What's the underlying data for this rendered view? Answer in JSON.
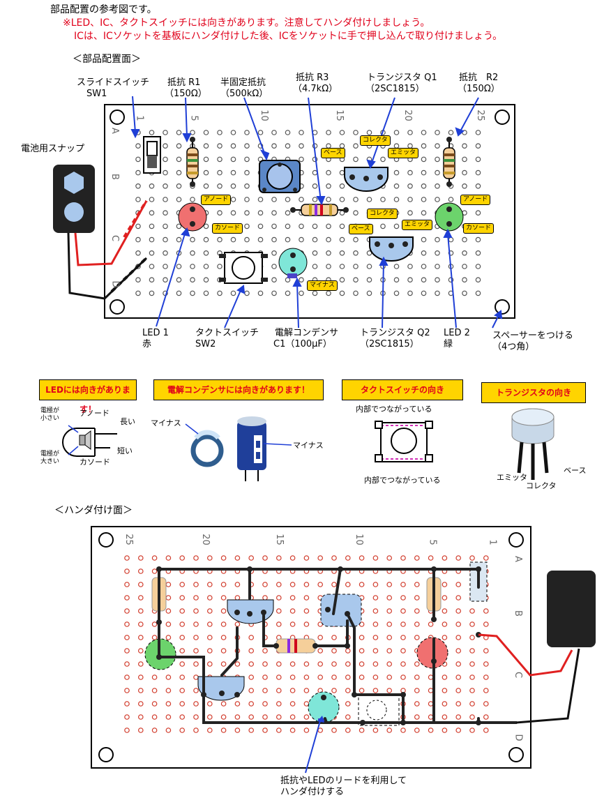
{
  "header": {
    "title": "部品配置の参考図です。",
    "note1": "※LED、IC、タクトスイッチには向きがあります。注意してハンダ付けしましょう。",
    "note2": "ICは、ICソケットを基板にハンダ付けした後、ICをソケットに手で押し込んで取り付けましょう。"
  },
  "top_section": {
    "title": "＜部品配置面＞",
    "callouts": {
      "sw1_name": "スライドスイッチ",
      "sw1_id": "SW1",
      "r1_name": "抵抗 R1",
      "r1_val": "（150Ω）",
      "vr_name": "半固定抵抗",
      "vr_val": "（500kΩ）",
      "r3_name": "抵抗 R3",
      "r3_val": "（4.7kΩ）",
      "q1_name": "トランジスタ Q1",
      "q1_val": "（2SC1815）",
      "r2_name": "抵抗　R2",
      "r2_val": "（150Ω）",
      "battery": "電池用スナップ",
      "led1_name": "LED 1",
      "led1_color": "赤",
      "sw2_name": "タクトスイッチ",
      "sw2_id": "SW2",
      "c1_name": "電解コンデンサ",
      "c1_val": "C1（100μF）",
      "q2_name": "トランジスタ Q2",
      "q2_val": "（2SC1815）",
      "led2_name": "LED 2",
      "led2_color": "緑",
      "spacer": "スペーサーをつける",
      "spacer_sub": "（4つ角）"
    },
    "column_numbers": [
      "1",
      "5",
      "10",
      "15",
      "20",
      "25"
    ],
    "row_letters": [
      "A",
      "B",
      "C",
      "D"
    ],
    "tags": {
      "anode": "アノード",
      "cathode": "カソード",
      "base": "ベース",
      "collector": "コレクタ",
      "emitter": "エミッタ",
      "minus": "マイナス"
    }
  },
  "notes": {
    "led_title": "LEDには向きがあります！",
    "led_small_electrode": "電極が\n小さい",
    "led_large_electrode": "電極が\n大きい",
    "led_anode": "アノード",
    "led_cathode": "カソード",
    "led_long": "長い",
    "led_short": "短い",
    "cap_title": "電解コンデンサには向きがあります！",
    "cap_minus_left": "マイナス",
    "cap_minus_right": "マイナス",
    "tact_title": "タクトスイッチの向き",
    "tact_top": "内部でつながっている",
    "tact_bottom": "内部でつながっている",
    "tr_title": "トランジスタの向き",
    "tr_emitter": "エミッタ",
    "tr_collector": "コレクタ",
    "tr_base": "ベース"
  },
  "bottom_section": {
    "title": "＜ハンダ付け面＞",
    "column_numbers": [
      "25",
      "20",
      "15",
      "10",
      "5",
      "1"
    ],
    "row_letters": [
      "A",
      "B",
      "C",
      "D"
    ],
    "footnote1": "抵抗やLEDのリードを利用して",
    "footnote2": "ハンダ付けする"
  },
  "colors": {
    "warning_red": "#e0001a",
    "label_yellow": "#ffd400",
    "led1_red": "#f07070",
    "led2_green": "#6cd36c",
    "transistor_blue": "#a9c8ec",
    "capacitor_teal": "#7fe6d8",
    "wire_black": "#222222",
    "arrow_blue": "#1f3fd6",
    "hole_red": "#d13a2a"
  }
}
